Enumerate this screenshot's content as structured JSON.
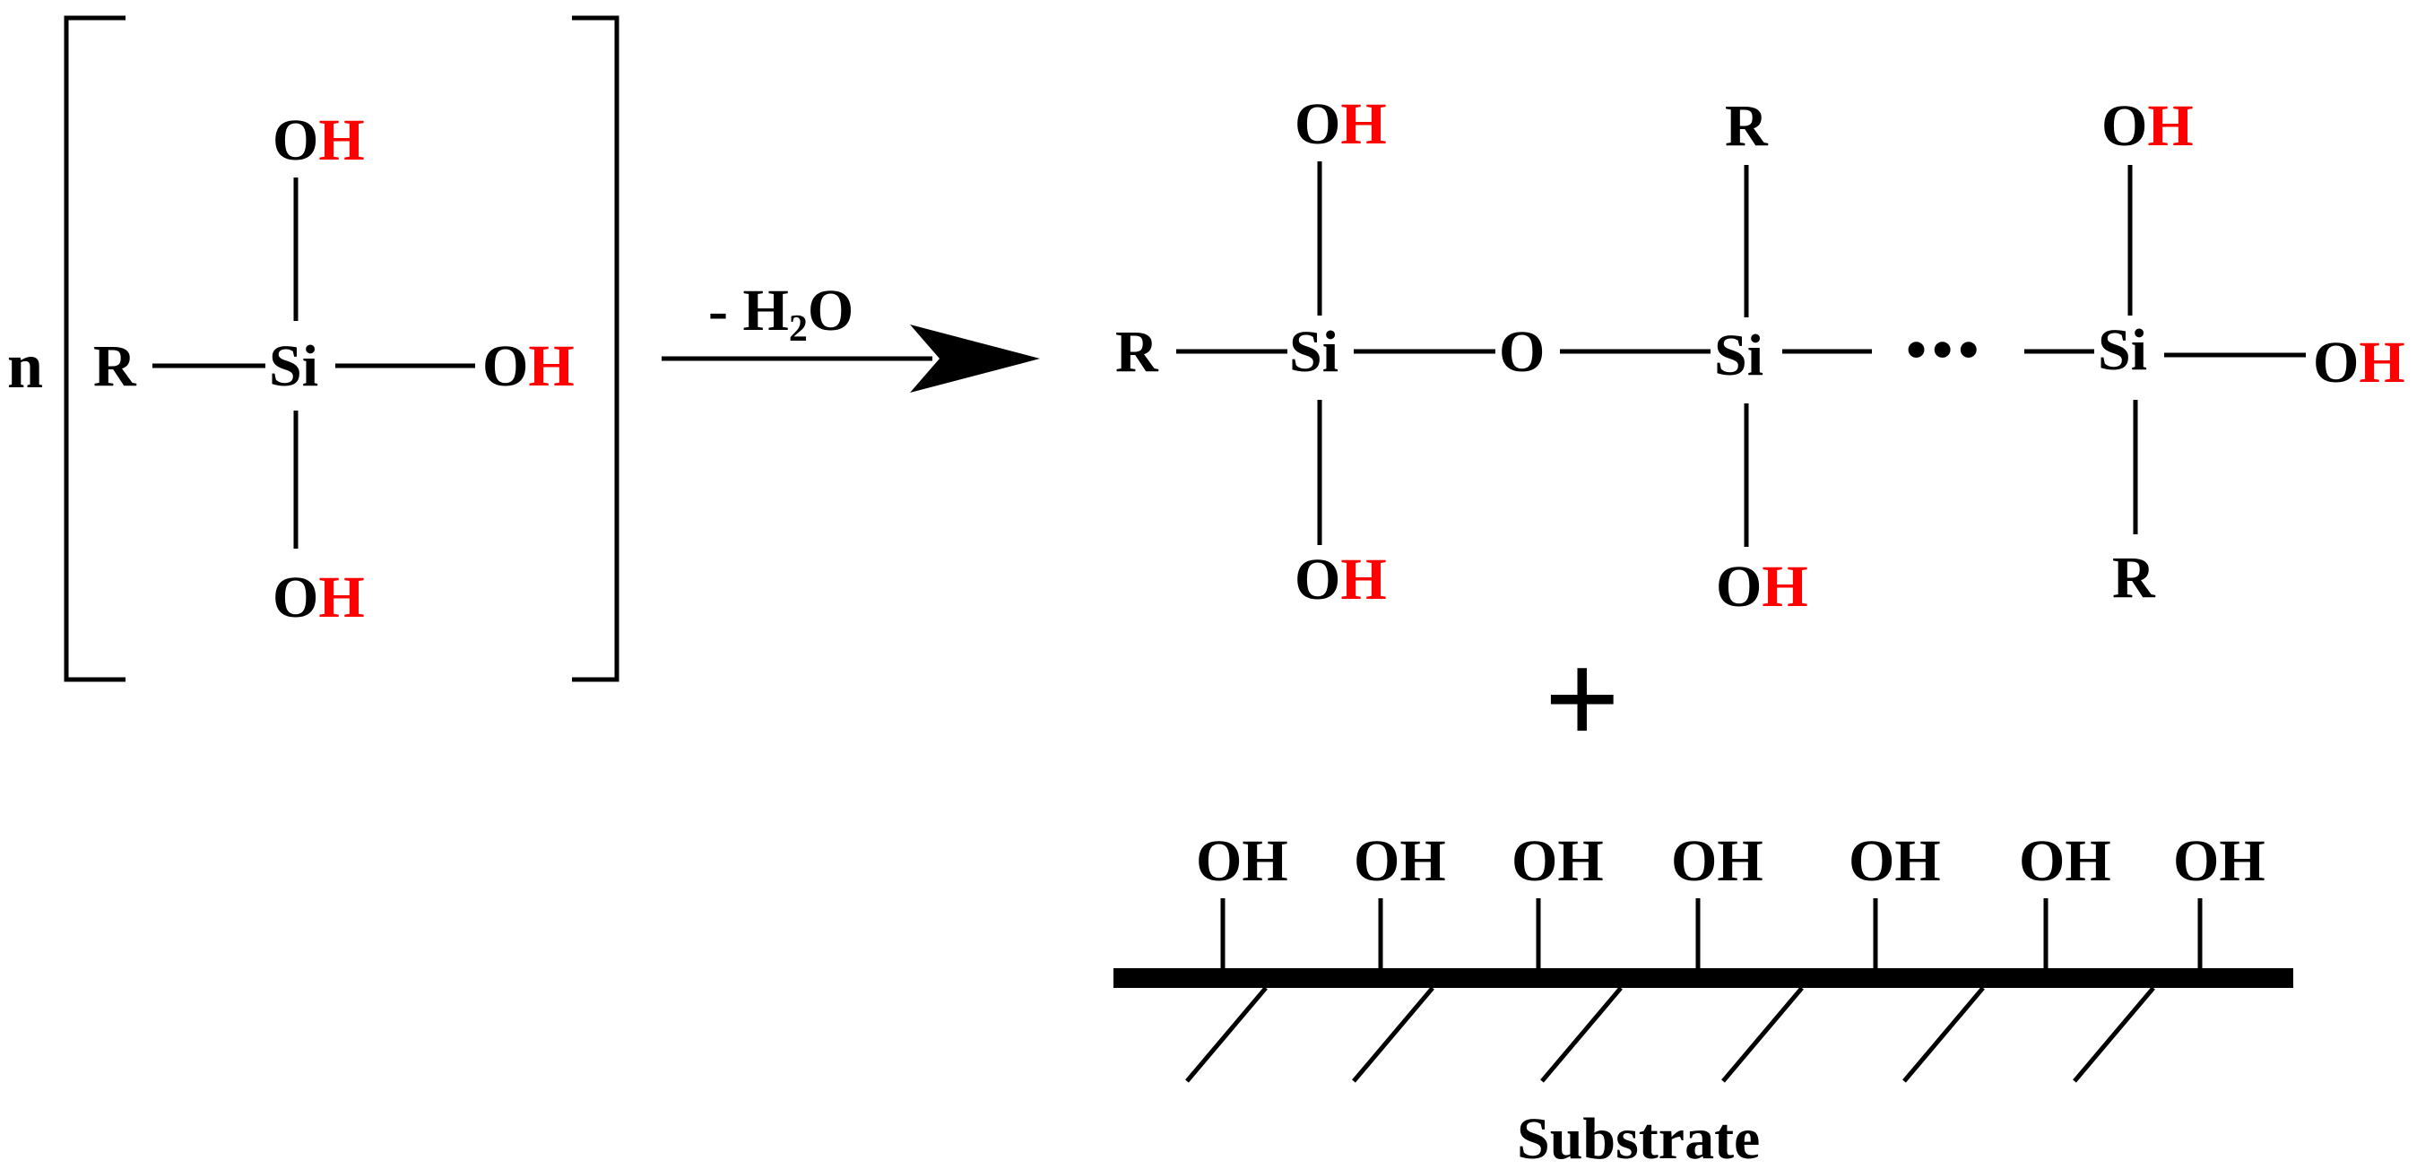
{
  "colors": {
    "ink": "#000000",
    "hydrogen_highlight": "#ff0000",
    "background": "#ffffff"
  },
  "reactant": {
    "coefficient": "n",
    "center": "Si",
    "substituent": "R",
    "hydroxyl_O": "O",
    "hydroxyl_H": "H"
  },
  "arrow": {
    "label_prefix": "- H",
    "label_sub": "2",
    "label_suffix": "O"
  },
  "product": {
    "silicon": "Si",
    "bridge_oxygen": "O",
    "substituent": "R",
    "hydroxyl_O": "O",
    "hydroxyl_H": "H",
    "continuation": "•••"
  },
  "plus": "+",
  "substrate": {
    "surface_group": "OH",
    "label": "Substrate"
  }
}
